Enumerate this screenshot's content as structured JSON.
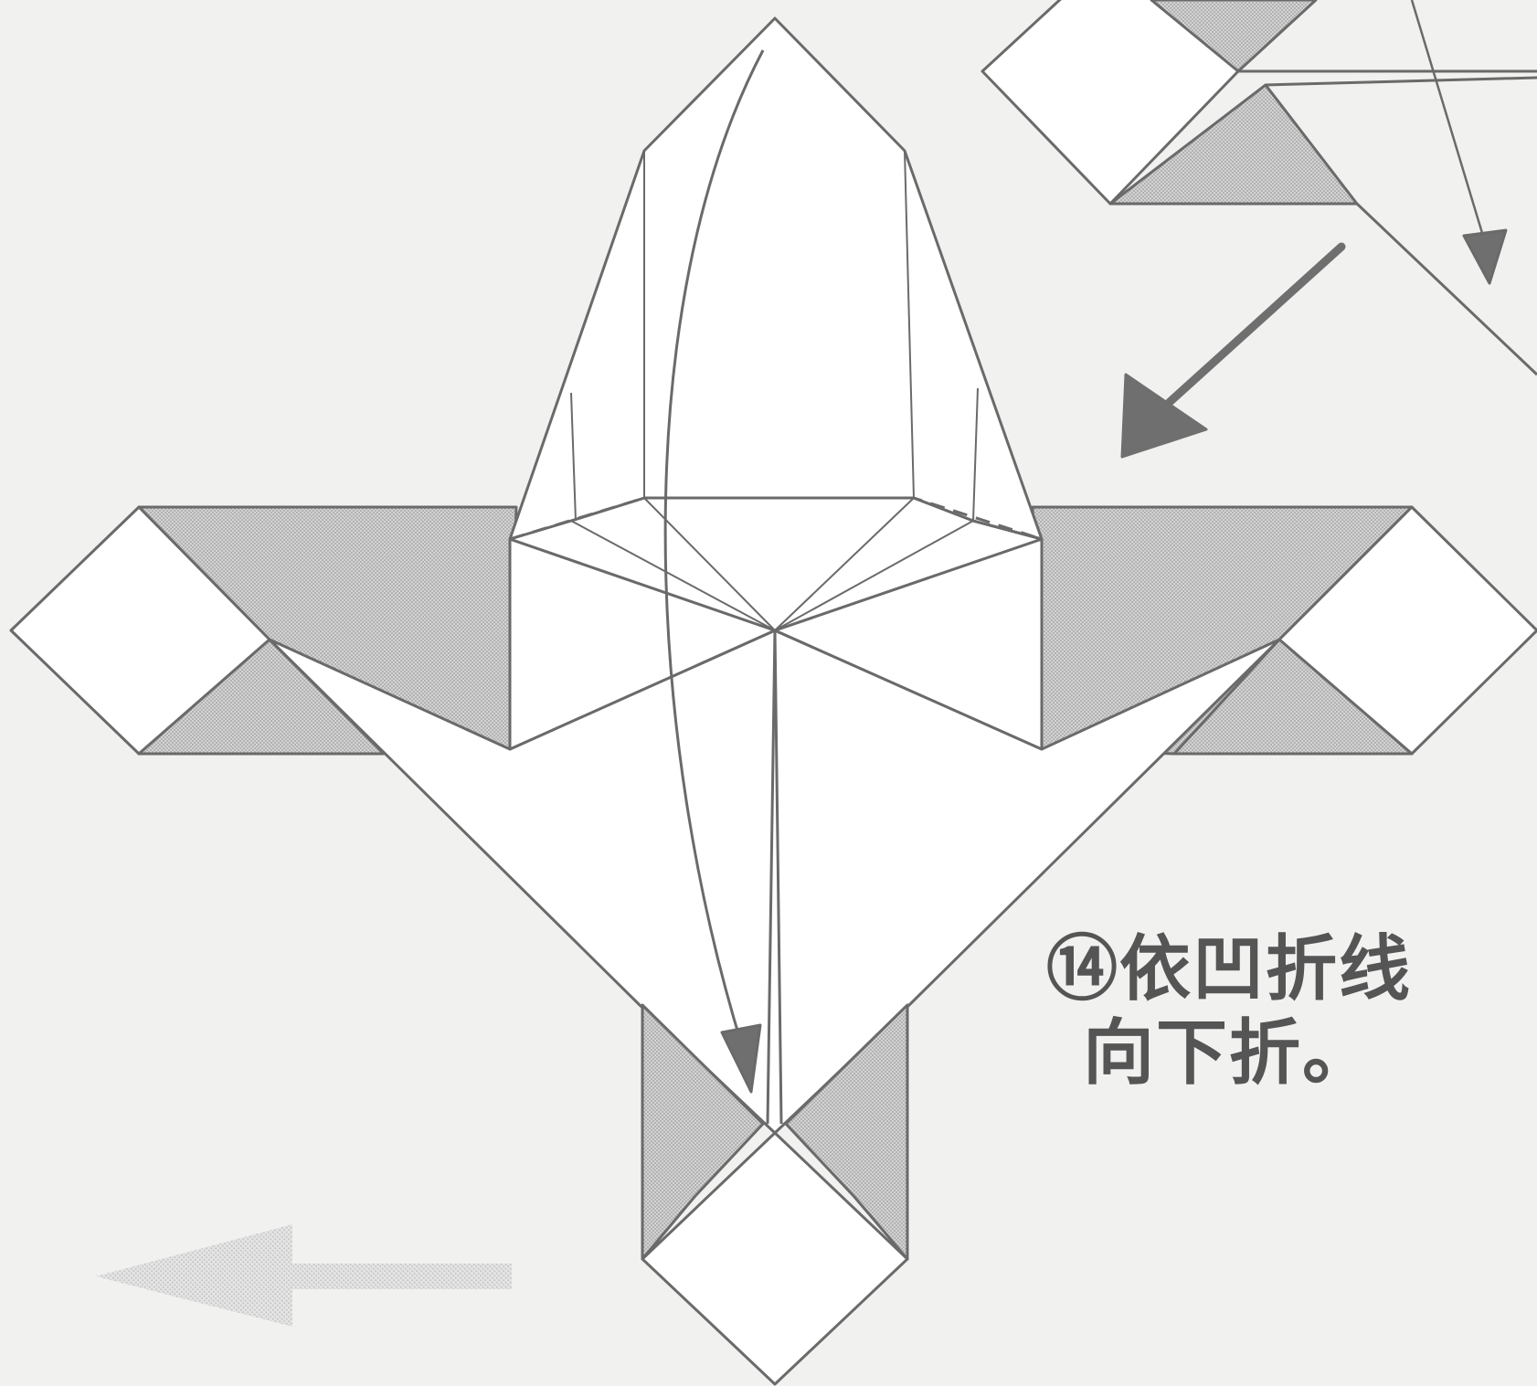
{
  "diagram": {
    "step_number": "⑭",
    "instruction_lines": [
      "依凹折线",
      "向下折。"
    ],
    "colors": {
      "background": "#f1f1f0",
      "paper": "#ffffff",
      "outline": "#6a6a6a",
      "shade": "#c6c6c6",
      "arrow": "#6f6f6f",
      "faded_arrow": "#d6d6d6",
      "text": "#555555"
    },
    "icons": [
      "fold-down-arrow-icon",
      "direction-arrow-icon",
      "faded-left-arrow-icon"
    ]
  }
}
